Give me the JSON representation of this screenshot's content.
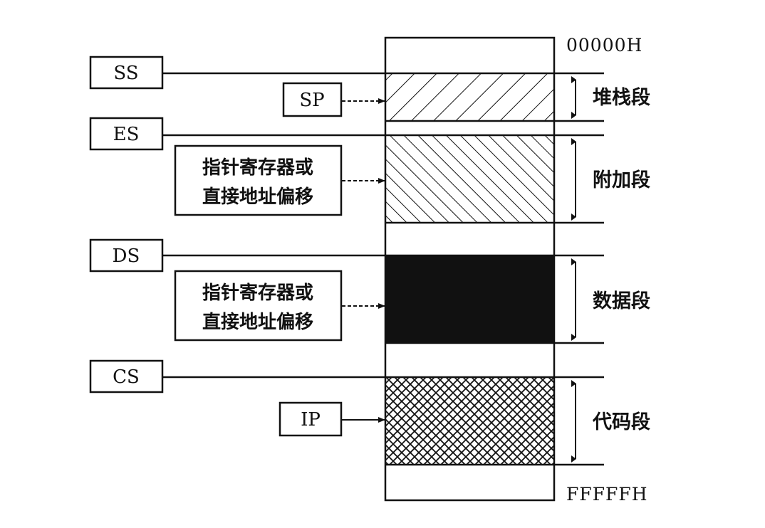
{
  "address": {
    "top": "00000H",
    "bottom": "FFFFFH"
  },
  "registers": {
    "ss": "SS",
    "es": "ES",
    "ds": "DS",
    "cs": "CS",
    "sp": "SP",
    "ip": "IP"
  },
  "offset_boxes": {
    "extra": {
      "line1": "指针寄存器或",
      "line2": "直接地址偏移"
    },
    "data": {
      "line1": "指针寄存器或",
      "line2": "直接地址偏移"
    }
  },
  "segments": {
    "stack": "堆栈段",
    "extra": "附加段",
    "data": "数据段",
    "code": "代码段"
  },
  "colors": {
    "ink": "#111111",
    "background": "#ffffff"
  }
}
